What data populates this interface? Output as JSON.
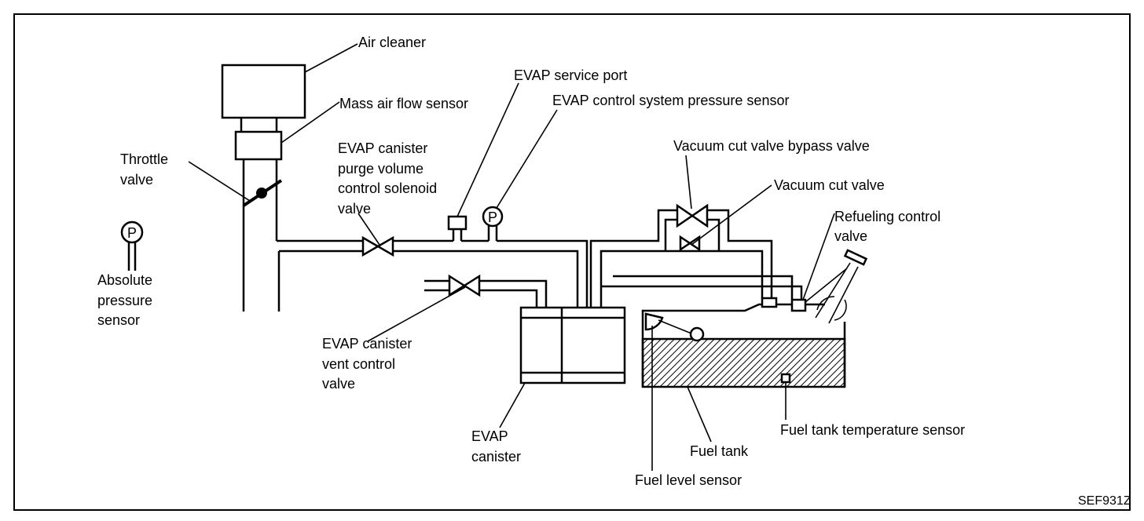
{
  "labels": {
    "air_cleaner": "Air cleaner",
    "mass_air_flow_sensor": "Mass air flow sensor",
    "throttle_valve": [
      "Throttle",
      "valve"
    ],
    "purge_valve": [
      "EVAP canister",
      "purge volume",
      "control solenoid",
      "valve"
    ],
    "service_port": "EVAP service port",
    "pressure_sensor": "EVAP control system pressure sensor",
    "bypass_valve": "Vacuum cut valve bypass valve",
    "vacuum_cut_valve": "Vacuum cut valve",
    "refueling_valve": [
      "Refueling control",
      "valve"
    ],
    "absolute_pressure_sensor": [
      "Absolute",
      "pressure",
      "sensor"
    ],
    "vent_valve": [
      "EVAP canister",
      "vent control",
      "valve"
    ],
    "canister": [
      "EVAP",
      "canister"
    ],
    "fuel_tank": "Fuel tank",
    "fuel_level_sensor": "Fuel level sensor",
    "fuel_tank_temp_sensor": "Fuel tank temperature sensor",
    "sensor_symbol": "P",
    "figure_code": "SEF931Z"
  }
}
